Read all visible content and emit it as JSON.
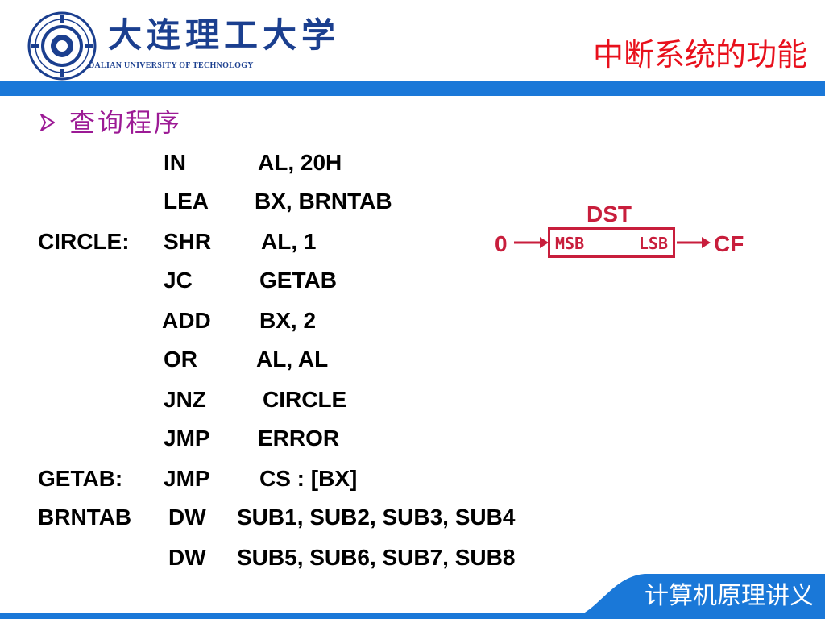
{
  "header": {
    "logo_cn": "大连理工大学",
    "logo_en": "DALIAN UNIVERSITY OF TECHNOLOGY",
    "title": "中断系统的功能",
    "bar_color": "#1a78d8",
    "title_color": "#e8101c"
  },
  "bullet": {
    "icon": "arrow-bullet-icon",
    "text": "查询程序",
    "color": "#9c1a95"
  },
  "code": [
    {
      "label": "",
      "op": "IN",
      "operand": "AL,  20H"
    },
    {
      "label": "",
      "op": "LEA",
      "operand": "BX,  BRNTAB"
    },
    {
      "label": "CIRCLE:",
      "op": "SHR",
      "operand": "AL,  1"
    },
    {
      "label": "",
      "op": "JC",
      "operand": "GETAB"
    },
    {
      "label": "",
      "op": "ADD",
      "operand": "BX,  2"
    },
    {
      "label": "",
      "op": "OR",
      "operand": "AL,  AL"
    },
    {
      "label": "",
      "op": "JNZ",
      "operand": "CIRCLE"
    },
    {
      "label": "",
      "op": "JMP",
      "operand": "ERROR"
    },
    {
      "label": "GETAB:",
      "op": "JMP",
      "operand": "CS : [BX]"
    },
    {
      "label": "BRNTAB",
      "op": "DW",
      "operand": "SUB1,  SUB2,  SUB3,   SUB4"
    },
    {
      "label": "",
      "op": "DW",
      "operand": "SUB5,  SUB6,   SUB7,   SUB8"
    }
  ],
  "diagram": {
    "dst": "DST",
    "input": "0",
    "msb": "MSB",
    "lsb": "LSB",
    "output": "CF",
    "color": "#c81e3c"
  },
  "footer": {
    "text": "计算机原理讲义",
    "color": "#1a78d8"
  }
}
